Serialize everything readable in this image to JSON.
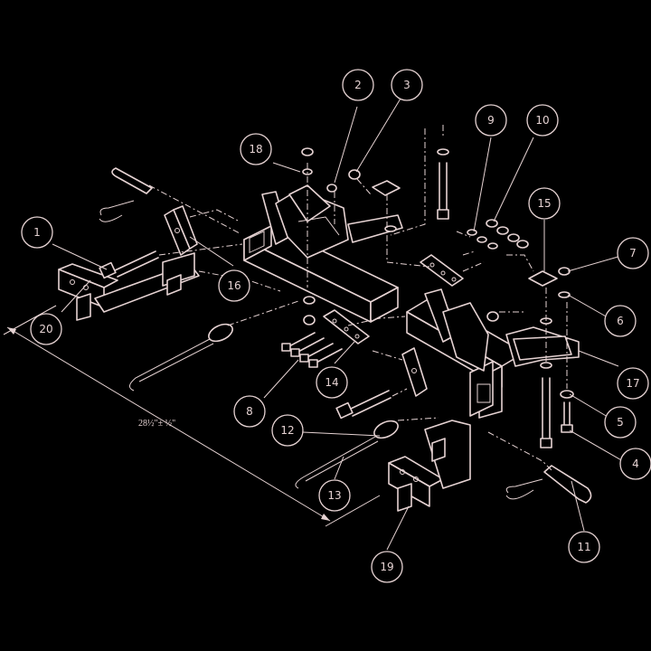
{
  "colors": {
    "background": "#000000",
    "line": "#e6d3d3"
  },
  "dimension_label": "28½\"±  ½\"",
  "callouts": [
    "1",
    "2",
    "3",
    "4",
    "5",
    "6",
    "7",
    "8",
    "9",
    "10",
    "11",
    "12",
    "13",
    "14",
    "15",
    "16",
    "17",
    "18",
    "19",
    "20"
  ]
}
